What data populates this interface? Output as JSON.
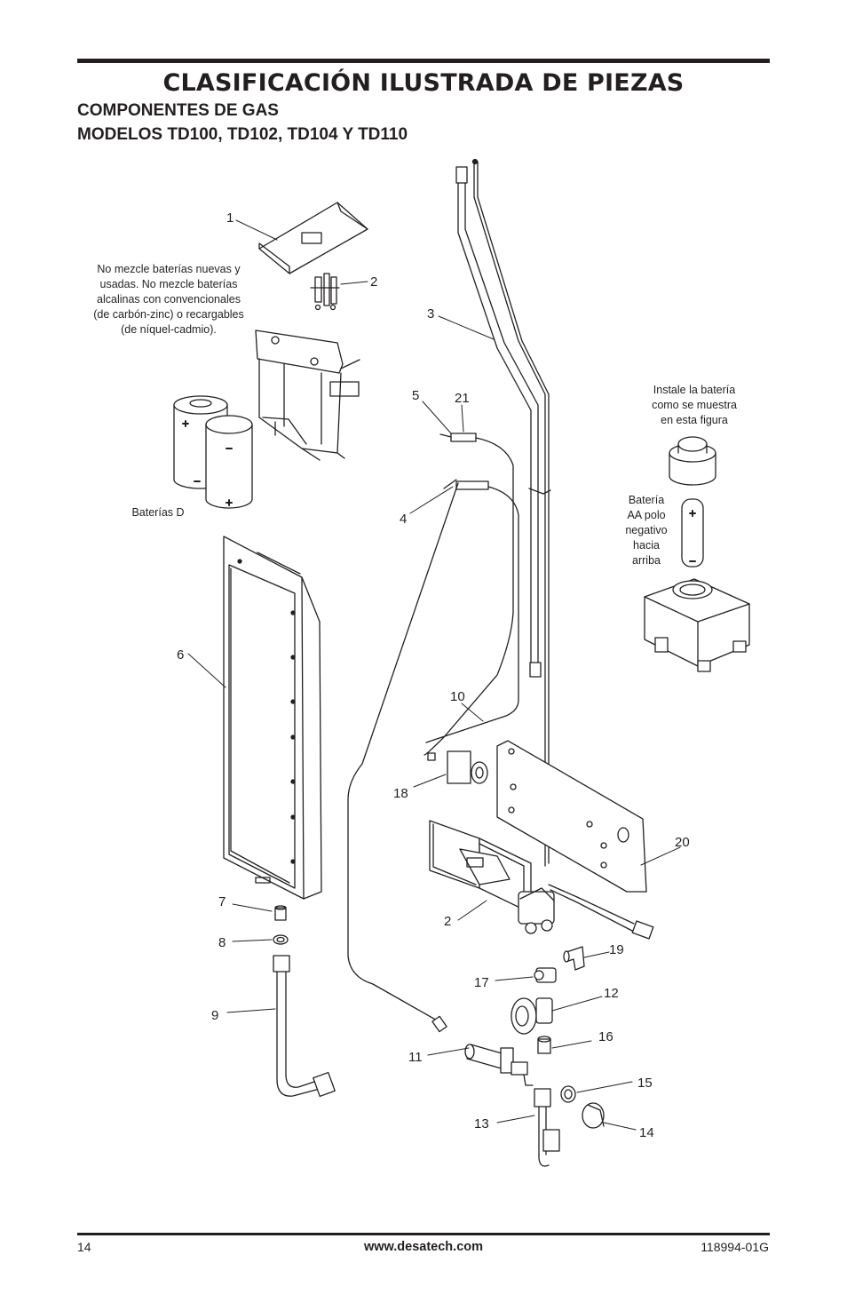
{
  "header": {
    "title": "CLASIFICACIÓN ILUSTRADA DE PIEZAS",
    "subtitle_line1": "COMPONENTES DE GAS",
    "subtitle_line2": "MODELOS TD100, TD102, TD104 Y TD110"
  },
  "notes": {
    "battery_warning": [
      "No mezcle baterías nuevas y",
      "usadas. No mezcle baterías",
      "alcalinas con convencionales",
      "(de carbón-zinc) o recargables",
      "(de níquel-cadmio)."
    ],
    "d_batteries": "Baterías D",
    "install_battery": [
      "Instale la batería",
      "como se muestra",
      "en esta figura"
    ],
    "aa_battery": [
      "Batería",
      "AA polo",
      "negativo",
      "hacia",
      "arriba"
    ]
  },
  "callouts": {
    "c1": "1",
    "c2a": "2",
    "c3": "3",
    "c4": "4",
    "c5": "5",
    "c6": "6",
    "c7": "7",
    "c8": "8",
    "c9": "9",
    "c10": "10",
    "c11": "11",
    "c12": "12",
    "c13": "13",
    "c14": "14",
    "c15": "15",
    "c16": "16",
    "c17": "17",
    "c18": "18",
    "c19": "19",
    "c20": "20",
    "c21": "21",
    "c2b": "2"
  },
  "footer": {
    "page_number": "14",
    "website": "www.desatech.com",
    "doc_number": "118994-01G"
  }
}
